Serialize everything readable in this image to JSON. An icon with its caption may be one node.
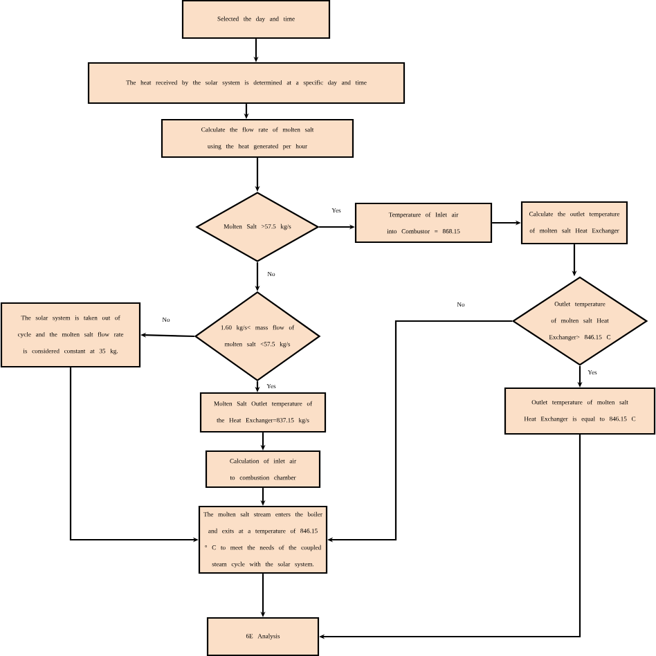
{
  "diagram": {
    "nodes": [
      {
        "text": [
          "Selected the day and time"
        ]
      },
      {
        "text": [
          "The heat received by the solar system is determined at a specific day and time"
        ]
      },
      {
        "text": [
          "Calculate the flow rate of molten salt using the heat generated per hour"
        ]
      },
      {
        "text": [
          "Molten Salt >57.5 kg/s"
        ]
      },
      {
        "text": [
          "Temperature of Inlet air into Combustor = 868.15"
        ]
      },
      {
        "text": [
          "Calculate the outlet temperature of molten salt Heat Exchanger"
        ]
      },
      {
        "text": [
          "Outlet temperature of molten salt Heat Exchanger> 846.15 C"
        ]
      },
      {
        "text": [
          "Outlet temperature of molten salt Heat Exchanger is equal to 846.15 C"
        ]
      },
      {
        "text": [
          "1.60 kg/s< mass flow of molten salt <57.5 kg/s"
        ]
      },
      {
        "text": [
          "The solar system is taken out of cycle and the molten salt flow rate is considered constant at 35 kg."
        ]
      },
      {
        "text": [
          "Molten Salt Outlet temperature of the Heat Exchanger=837.15 kg/s"
        ]
      },
      {
        "text": [
          "Calculation of inlet air to combustion chamber"
        ]
      },
      {
        "text": [
          "The molten salt stream enters the boiler and exits at a temperature of 846.15 ° C to meet the needs of the coupled steam cycle with the solar system."
        ]
      },
      {
        "text": [
          "6E Analysis"
        ]
      }
    ],
    "edges": [
      {
        "from": 0,
        "to": 1,
        "arrow": "to"
      },
      {
        "from": 1,
        "to": 2,
        "arrow": "to"
      },
      {
        "from": 2,
        "to": 3,
        "arrow": "to"
      },
      {
        "from": 3,
        "to": 4,
        "arrow": "to",
        "label": "Yes"
      },
      {
        "from": 4,
        "to": 5,
        "arrow": "to"
      },
      {
        "from": 5,
        "to": 6,
        "arrow": "to"
      },
      {
        "from": 3,
        "to": 8,
        "arrow": "to",
        "label": "No"
      },
      {
        "from": 8,
        "to": 9,
        "arrow": "to",
        "label": "No"
      },
      {
        "from": 8,
        "to": 10,
        "arrow": "to",
        "label": "Yes"
      },
      {
        "from": 10,
        "to": 11,
        "arrow": "to"
      },
      {
        "from": 11,
        "to": 12,
        "arrow": "to"
      },
      {
        "from": 9,
        "to": 12,
        "arrow": "to"
      },
      {
        "from": 6,
        "to": 12,
        "arrow": "to",
        "label": "No"
      },
      {
        "from": 6,
        "to": 7,
        "arrow": "to",
        "label": "Yes"
      },
      {
        "from": 7,
        "to": 13,
        "arrow": "to"
      },
      {
        "from": 12,
        "to": 13,
        "arrow": "to"
      }
    ]
  }
}
